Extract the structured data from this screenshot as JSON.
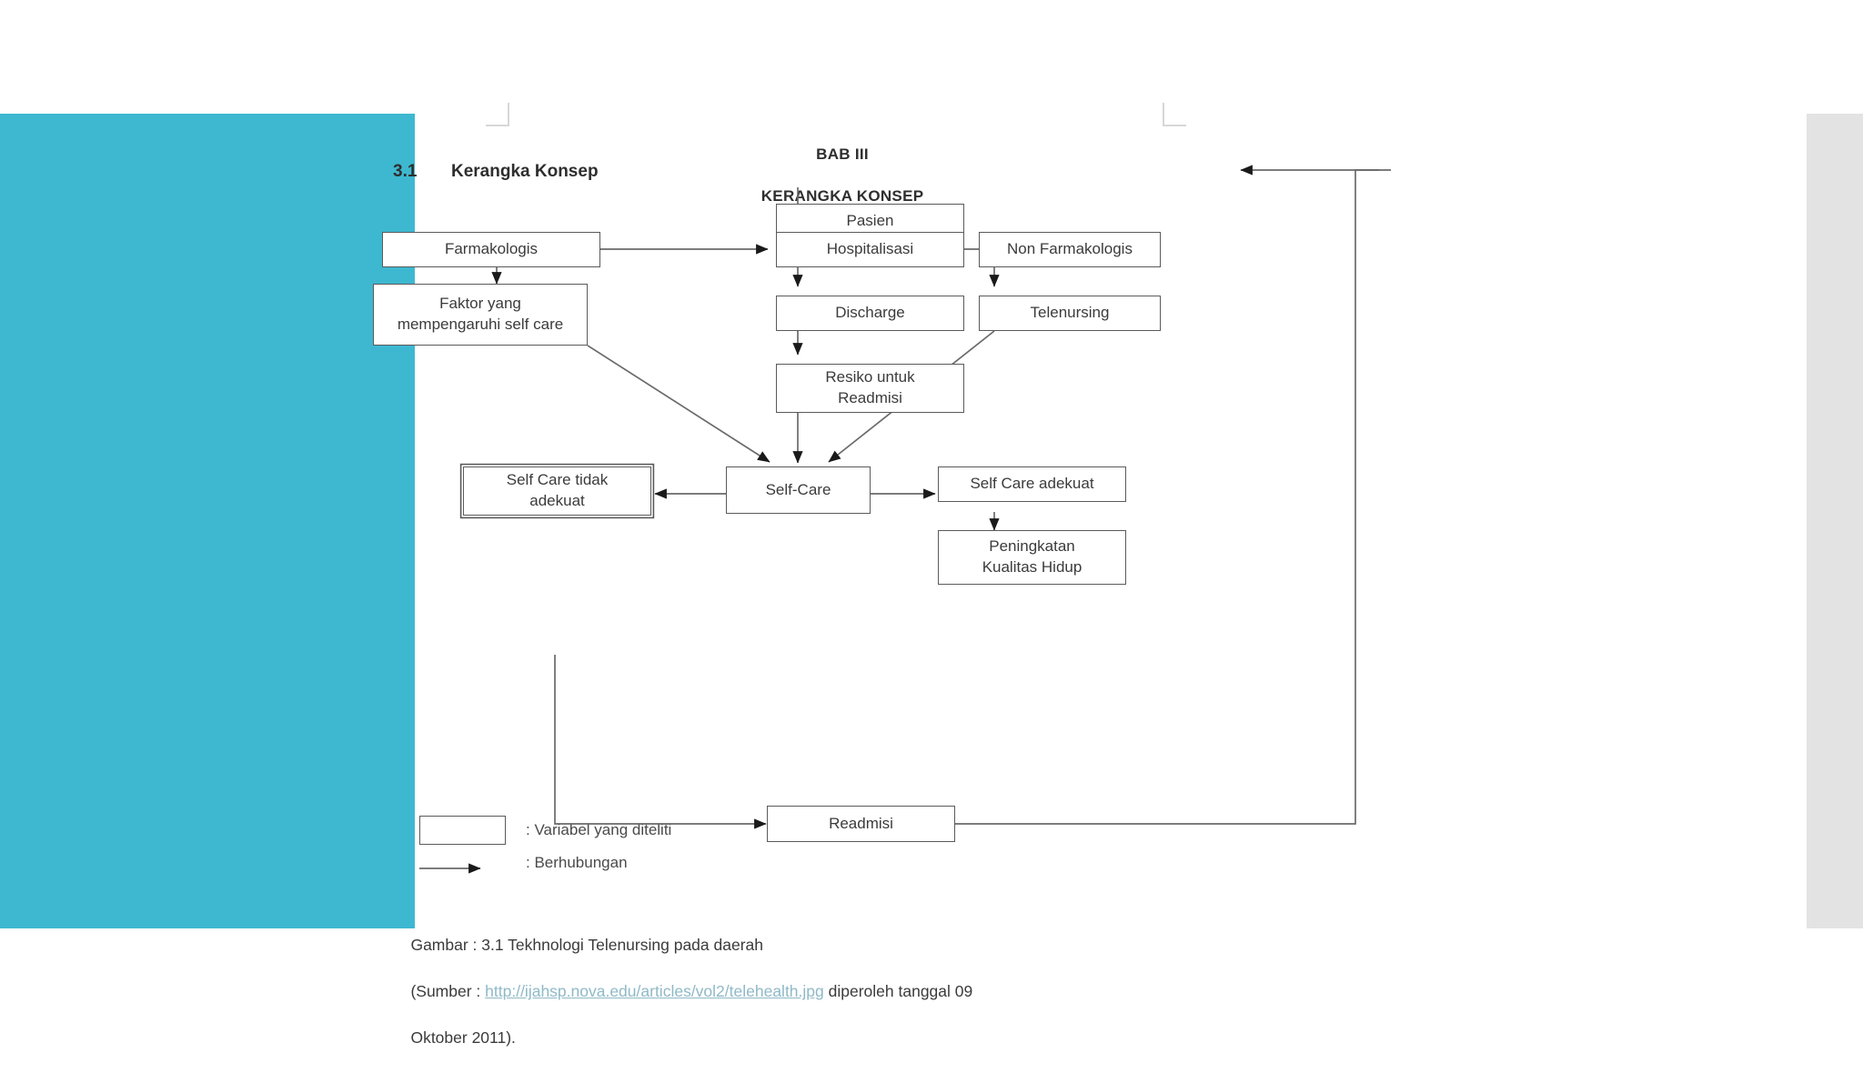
{
  "slide": {
    "accent_left_color": "#3eb8d1",
    "accent_right_color": "#e3e3e3",
    "page_background": "#ffffff"
  },
  "document": {
    "chapter_line1": "BAB III",
    "chapter_line2": "KERANGKA KONSEP",
    "section_number": "3.1",
    "section_title": "Kerangka Konsep"
  },
  "chart_data": {
    "type": "diagram",
    "title": "Kerangka Konsep",
    "nodes": [
      {
        "id": "pasien",
        "label": "Pasien"
      },
      {
        "id": "farmakologis",
        "label": "Farmakologis"
      },
      {
        "id": "hospitalisasi",
        "label": "Hospitalisasi"
      },
      {
        "id": "nonfarma",
        "label": "Non Farmakologis"
      },
      {
        "id": "faktor",
        "label": "Faktor yang\nmempengaruhi self care"
      },
      {
        "id": "discharge",
        "label": "Discharge"
      },
      {
        "id": "telenursing",
        "label": "Telenursing"
      },
      {
        "id": "resiko",
        "label": "Resiko untuk\nReadmisi"
      },
      {
        "id": "sctidak",
        "label": "Self Care tidak\nadekuat"
      },
      {
        "id": "selfcare",
        "label": "Self-Care"
      },
      {
        "id": "scadekuat",
        "label": "Self Care adekuat"
      },
      {
        "id": "peningkatan",
        "label": "Peningkatan\nKualitas Hidup"
      },
      {
        "id": "readmisi",
        "label": "Readmisi"
      }
    ],
    "edges": [
      {
        "from": "pasien",
        "to": "hospitalisasi"
      },
      {
        "from": "farmakologis",
        "to": "hospitalisasi"
      },
      {
        "from": "nonfarma",
        "to": "hospitalisasi"
      },
      {
        "from": "farmakologis",
        "to": "faktor"
      },
      {
        "from": "hospitalisasi",
        "to": "discharge"
      },
      {
        "from": "nonfarma",
        "to": "telenursing"
      },
      {
        "from": "discharge",
        "to": "resiko"
      },
      {
        "from": "faktor",
        "to": "selfcare"
      },
      {
        "from": "resiko",
        "to": "selfcare"
      },
      {
        "from": "telenursing",
        "to": "selfcare"
      },
      {
        "from": "selfcare",
        "to": "sctidak"
      },
      {
        "from": "selfcare",
        "to": "scadekuat"
      },
      {
        "from": "scadekuat",
        "to": "peningkatan"
      },
      {
        "from": "sctidak",
        "to": "readmisi"
      },
      {
        "from": "readmisi",
        "to": "pasien"
      }
    ]
  },
  "legend": {
    "box_label": ": Variabel yang diteliti",
    "arrow_label": ": Berhubungan"
  },
  "caption": {
    "line1": "Gambar : 3.1 Tekhnologi Telenursing pada daerah",
    "line2_prefix": "(Sumber : ",
    "line2_link": "http://ijahsp.nova.edu/articles/vol2/telehealth.jpg",
    "line2_suffix": " diperoleh tanggal 09",
    "line3": "Oktober 2011)."
  }
}
